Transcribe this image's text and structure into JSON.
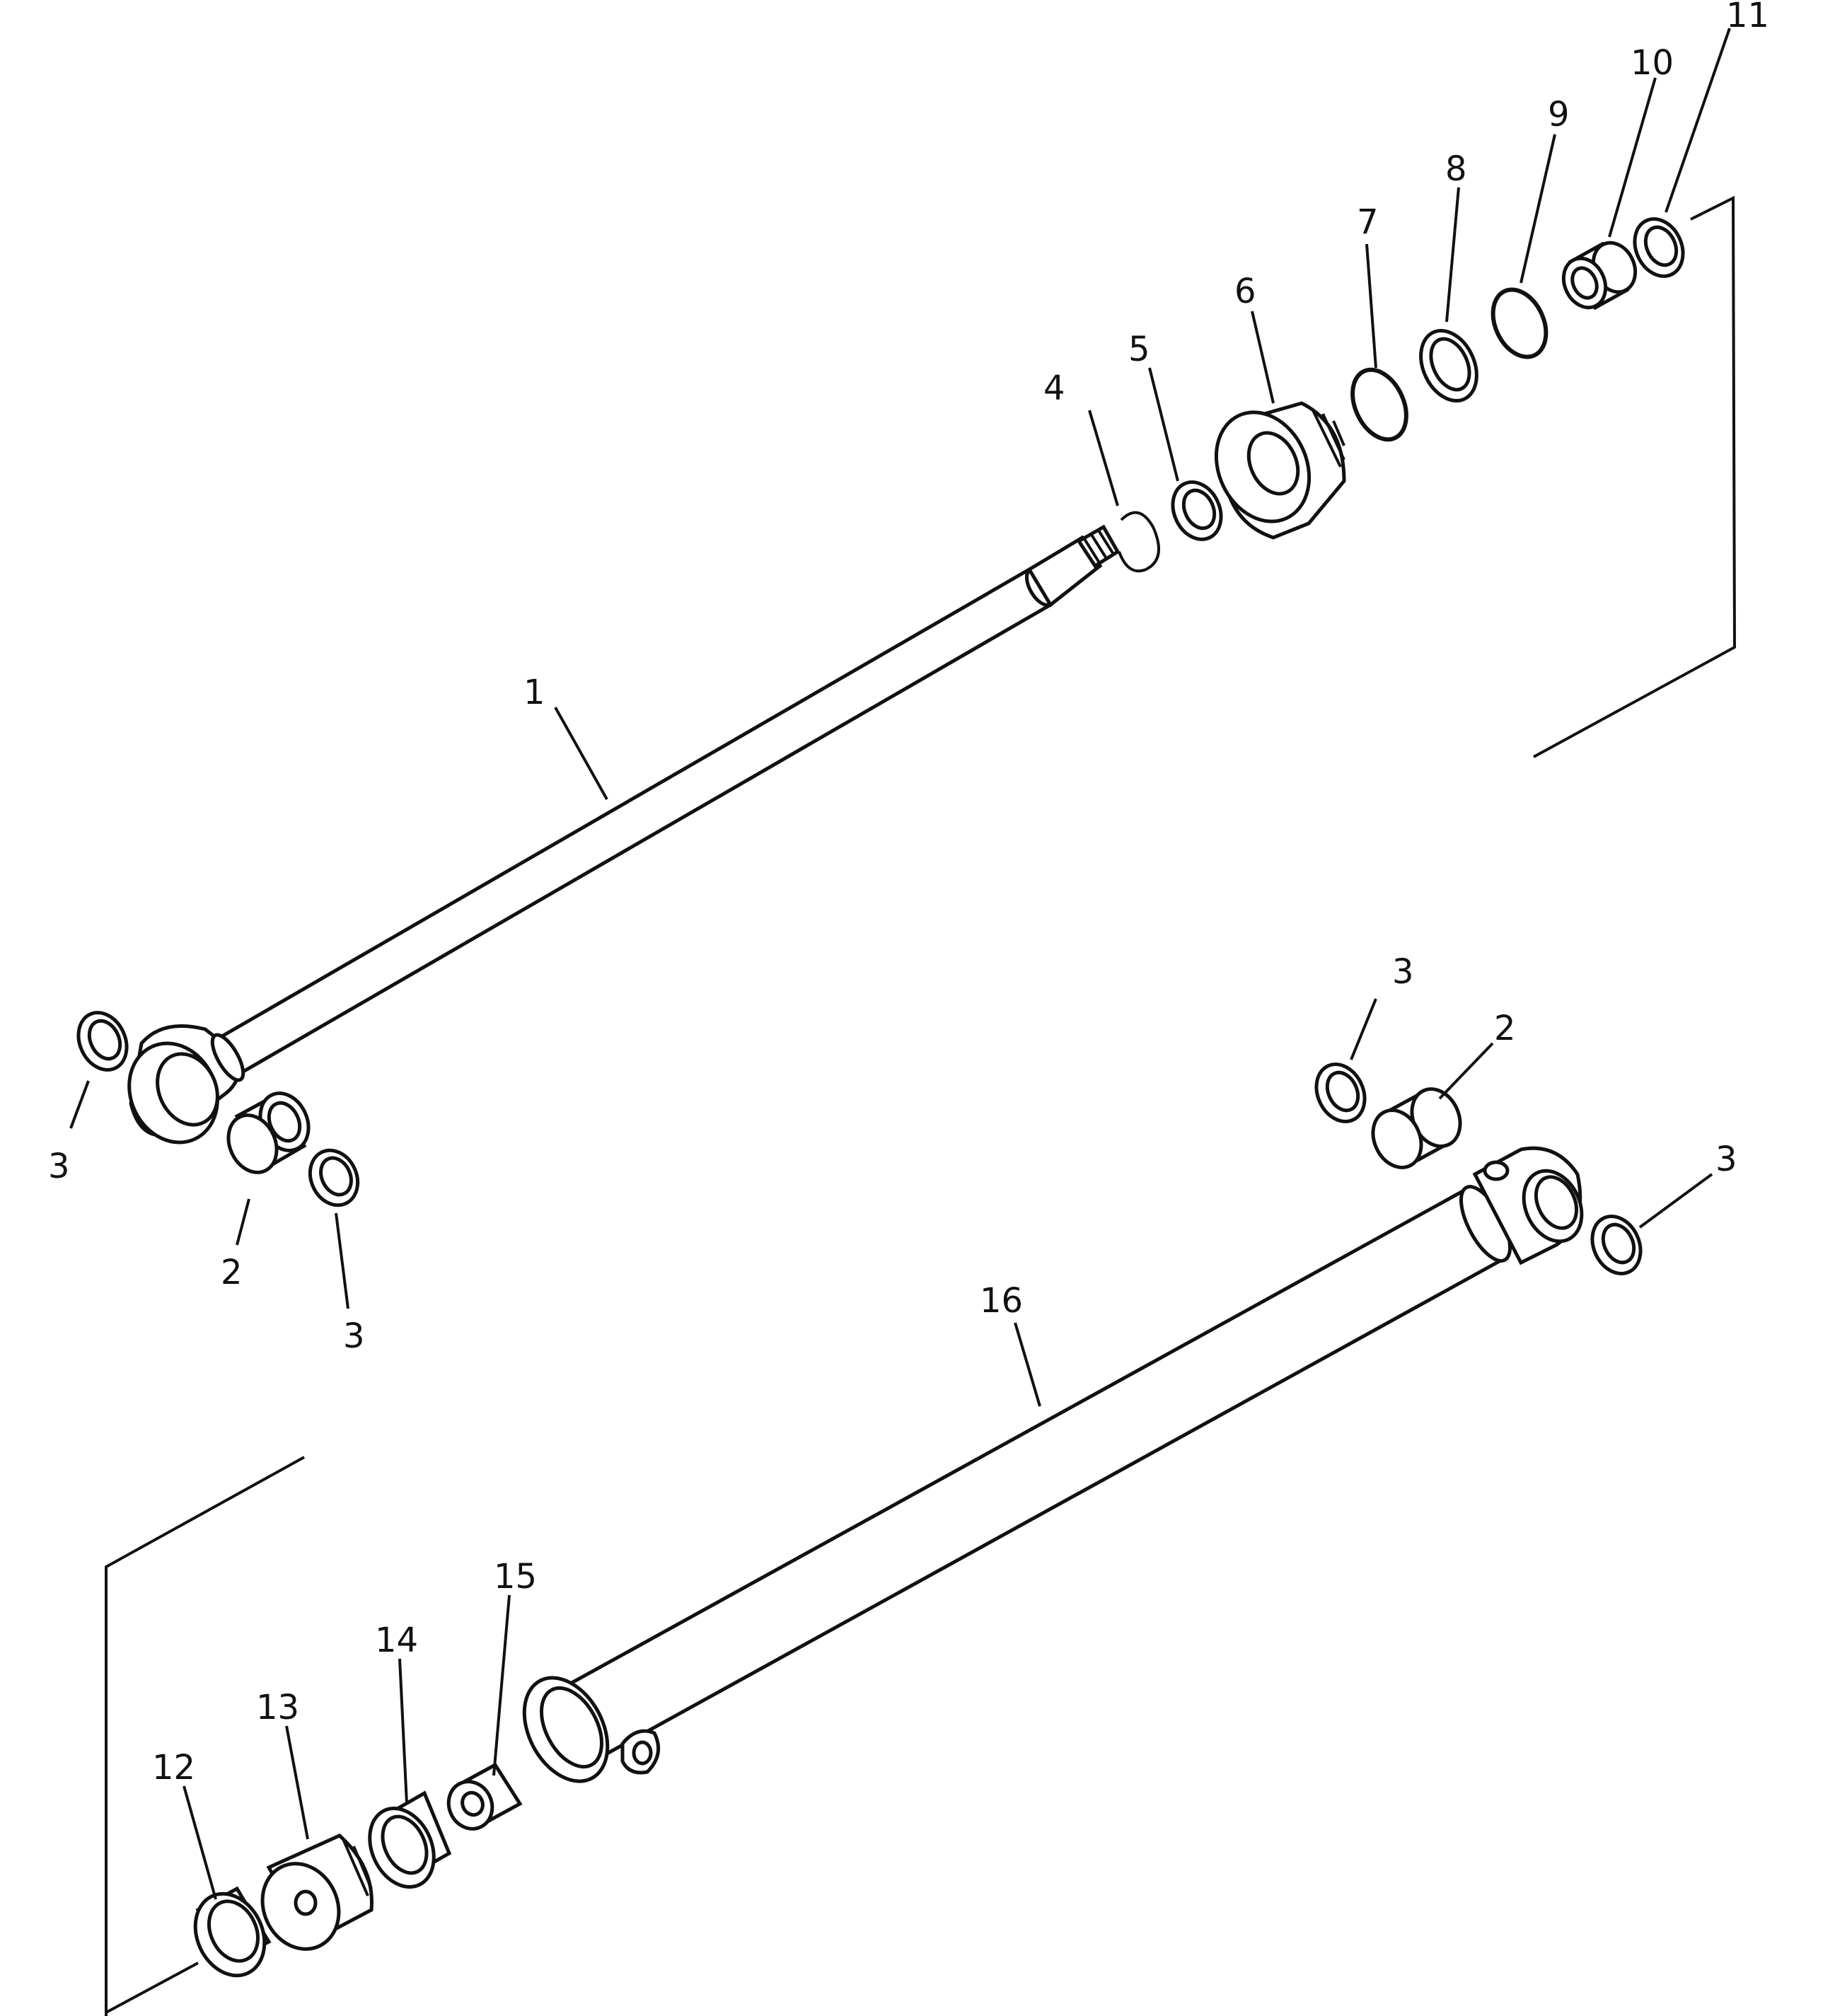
{
  "diagram": {
    "type": "exploded parts view",
    "callouts": {
      "c1": "1",
      "c2a": "2",
      "c2b": "2",
      "c3a": "3",
      "c3b": "3",
      "c3c": "3",
      "c3d": "3",
      "c4": "4",
      "c5": "5",
      "c6": "6",
      "c7": "7",
      "c8": "8",
      "c9": "9",
      "c10": "10",
      "c11": "11",
      "c12": "12",
      "c13": "13",
      "c14": "14",
      "c15": "15",
      "c16": "16"
    }
  }
}
